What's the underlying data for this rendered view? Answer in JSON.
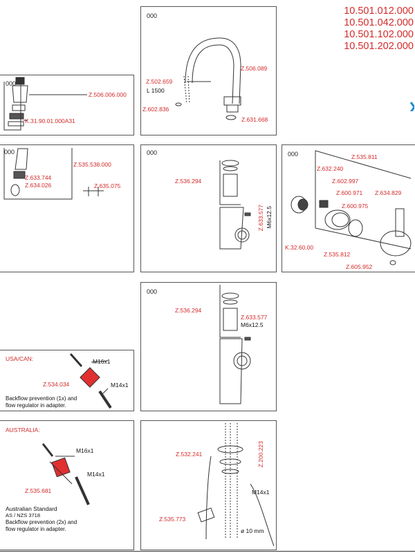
{
  "article_numbers": [
    "10.501.012.000",
    "10.501.042.000",
    "10.501.102.000",
    "10.501.202.000"
  ],
  "panel_code": "000",
  "spout": {
    "hose": "Z.502.659",
    "hose_length": "L 1500",
    "spout": "Z.506.089",
    "washer": "Z.602.836",
    "oring": "Z.631.668"
  },
  "spray_head": {
    "head": "Z.506.006.000",
    "insert": "K.31.90.01.000A31"
  },
  "aerator": {
    "aerator": "Z.535.538.000",
    "seal": "Z.633.744",
    "insert": "Z.634.026",
    "clip": "Z.635.075"
  },
  "swivel": {
    "cartridge": "Z.536.294",
    "screw": "Z.633.577",
    "screw_size": "M6x12.5"
  },
  "lever": {
    "cover": "Z.535.811",
    "part_240": "Z.632.240",
    "part_997": "Z.602.997",
    "part_971": "Z.600.971",
    "part_975": "Z.600.975",
    "lever": "Z.634.829",
    "knob": "K.32.60.00",
    "part_812": "Z.535.812",
    "part_952": "Z.605.952"
  },
  "swivel2": {
    "cartridge": "Z.536.294",
    "screw": "Z.633.577",
    "screw_size": "M6x12.5"
  },
  "usa": {
    "region": "USA/CAN:",
    "adapter": "Z.534.034",
    "thread_top": "M16x1",
    "thread_bottom": "M14x1",
    "note_line1": "Backflow prevention (1x) and",
    "note_line2": "flow regulator in adapter."
  },
  "australia": {
    "region": "AUSTRALIA:",
    "adapter": "Z.535.681",
    "thread_top": "M16x1",
    "thread_bottom": "M14x1",
    "standard": "Australian Standard",
    "standard_code": "AS / NZS 3718",
    "note_line1": "Backflow prevention (2x) and",
    "note_line2": "flow regulator in adapter."
  },
  "mounting": {
    "nut": "Z.532.241",
    "set": "Z.200.223",
    "thread": "M14x1",
    "hose_clip": "Z.535.773",
    "diameter": "ø 10 mm"
  },
  "colors": {
    "label_red": "#d42a2a",
    "nav_blue": "#1a8fd1",
    "adapter_red": "#e03030"
  }
}
